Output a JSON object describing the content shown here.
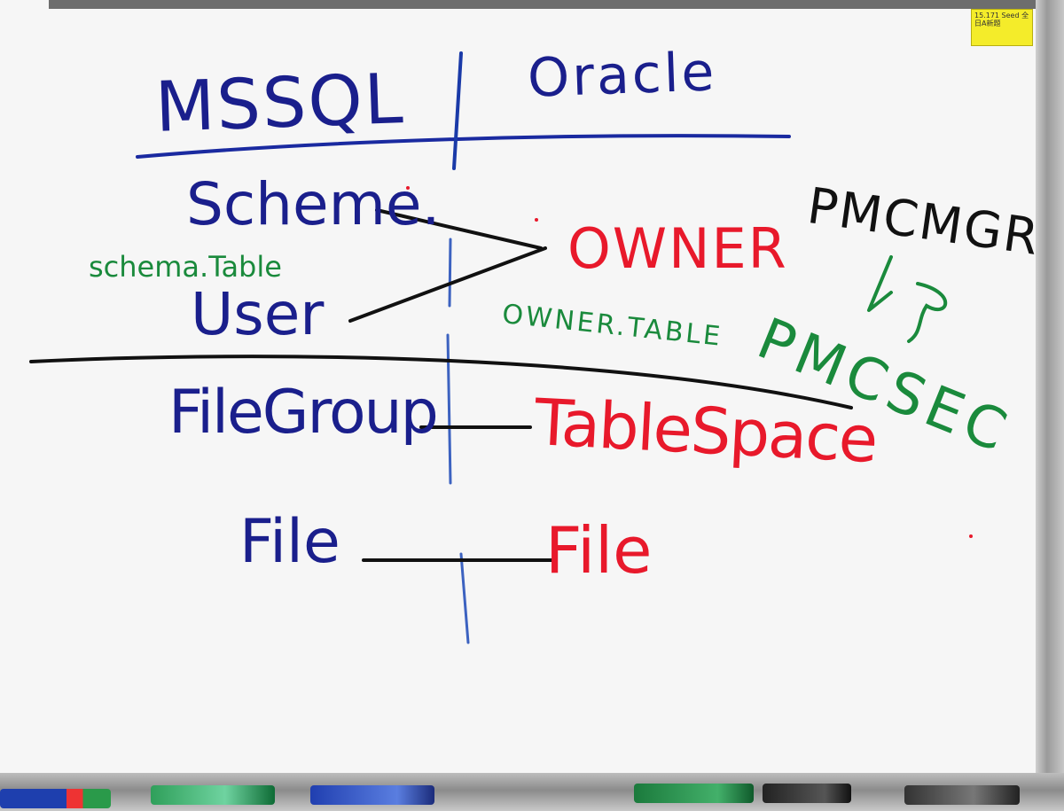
{
  "board": {
    "headers": {
      "left": "MSSQL",
      "right": "Oracle"
    },
    "mssql_terms": {
      "schema": "Scheme.",
      "user": "User",
      "filegroup": "FileGroup",
      "file": "File"
    },
    "oracle_terms": {
      "owner": "OWNER",
      "tablespace": "TableSpace",
      "file": "File"
    },
    "notes": {
      "mssql_naming": "schema.Table",
      "oracle_naming": "OWNER.TABLE",
      "account_top": "PMCMGR",
      "account_bottom": "PMCSEC"
    },
    "sticker_label": "15.171 Seed 全日A新題",
    "ink_colors": {
      "mssql": "#1a1f8c",
      "oracle": "#e8192b",
      "notes": "#1a8a3c",
      "lines": "#111111"
    }
  }
}
